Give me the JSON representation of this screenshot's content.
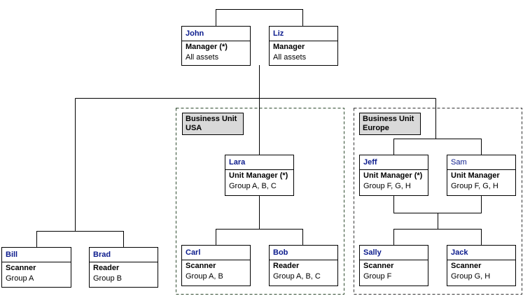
{
  "people": {
    "john": {
      "name": "John",
      "role": "Manager (*)",
      "scope": "All assets"
    },
    "liz": {
      "name": "Liz",
      "role": "Manager",
      "scope": "All assets"
    },
    "lara": {
      "name": "Lara",
      "role": "Unit Manager (*)",
      "scope": "Group A, B, C"
    },
    "jeff": {
      "name": "Jeff",
      "role": "Unit Manager (*)",
      "scope": "Group F, G, H"
    },
    "sam": {
      "name": "Sam",
      "role": "Unit Manager",
      "scope": "Group F, G, H"
    },
    "bill": {
      "name": "Bill",
      "role": "Scanner",
      "scope": "Group A"
    },
    "brad": {
      "name": "Brad",
      "role": "Reader",
      "scope": "Group B"
    },
    "carl": {
      "name": "Carl",
      "role": "Scanner",
      "scope": "Group A, B"
    },
    "bob": {
      "name": "Bob",
      "role": "Reader",
      "scope": "Group A, B, C"
    },
    "sally": {
      "name": "Sally",
      "role": "Scanner",
      "scope": "Group F"
    },
    "jack": {
      "name": "Jack",
      "role": "Scanner",
      "scope": "Group G, H"
    }
  },
  "units": {
    "usa": {
      "line1": "Business Unit",
      "line2": "USA"
    },
    "europe": {
      "line1": "Business Unit",
      "line2": "Europe"
    }
  },
  "colors": {
    "name_text": "#0a1a8c",
    "unit_label_bg": "#d9d9d9",
    "usa_border": "#2e4a2e",
    "europe_border": "#333333"
  }
}
